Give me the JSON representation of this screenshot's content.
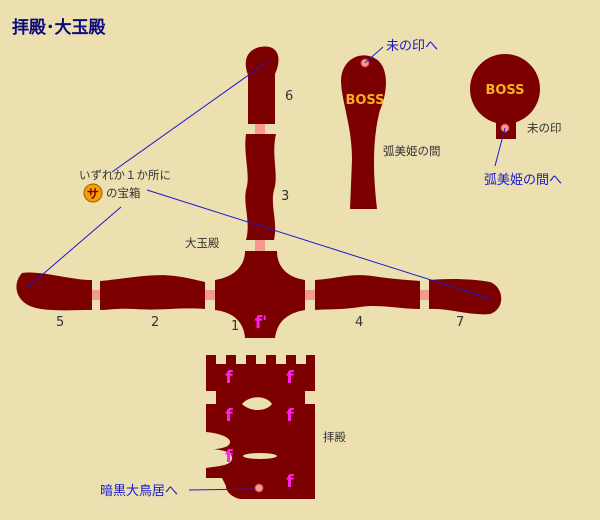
{
  "title": "拝殿･大玉殿",
  "rooms": {
    "r1": "1",
    "r2": "2",
    "r3": "3",
    "r4": "4",
    "r5": "5",
    "r6": "6",
    "r7": "7"
  },
  "labels": {
    "daigyokuden": "大玉殿",
    "haiden": "拝殿",
    "kobihime_room": "弧美姫の間",
    "hitsuji_seal": "未の印",
    "chest_note": "いずれか１か所に",
    "chest_text": "の宝箱",
    "chest_symbol": "サ"
  },
  "callouts": {
    "hitsuji_seal": "未の印へ",
    "kobihime_room": "弧美姫の間へ",
    "ankoku_torii": "暗黒大鳥居へ"
  },
  "markers": {
    "boss": "BOSS",
    "f": "f",
    "f_prime": "f'"
  },
  "colors": {
    "background": "#ecdfb0",
    "room": "#7c0000",
    "door": "#f59a8e",
    "title": "#0b0b7a",
    "callout": "#1a1ad0",
    "boss": "#f7b020",
    "f_marker": "#ff22ee",
    "chest_badge": "#f5a000"
  }
}
